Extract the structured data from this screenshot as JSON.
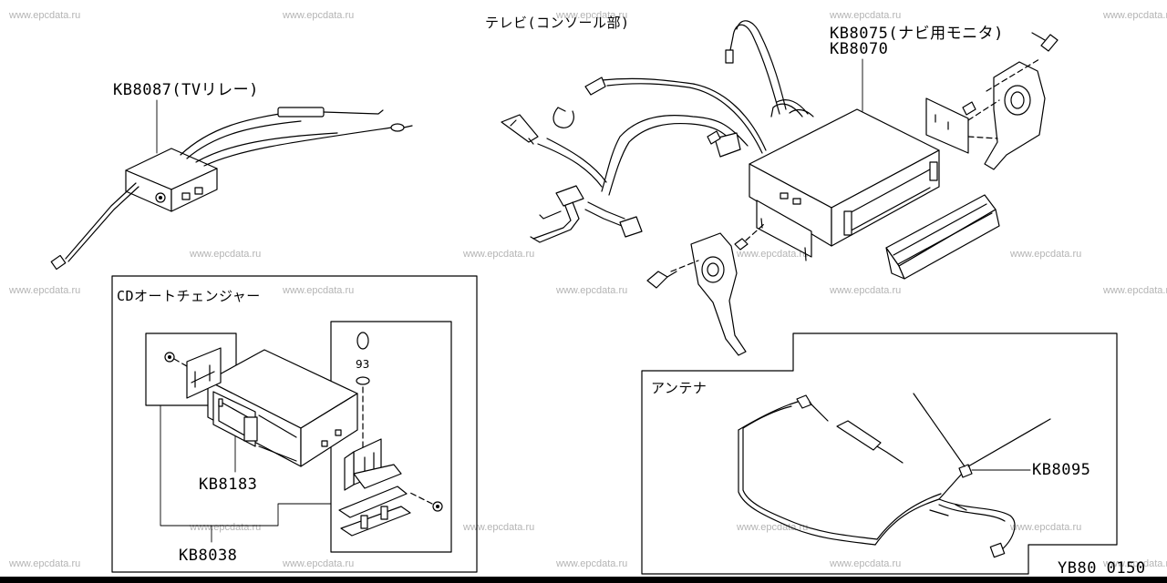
{
  "watermark_text": "www.epcdata.ru",
  "labels": {
    "tv_header": "テレビ(コンソール部)",
    "kb8075": "KB8075(ナビ用モニタ)",
    "kb8070": "KB8070",
    "kb8087": "KB8087(TVリレー)",
    "cd_box_title": "CDオートチェンジャー",
    "kb8183": "KB8183",
    "kb8038": "KB8038",
    "antenna_title": "アンテナ",
    "kb8095": "KB8095",
    "diagram_code": "YB80 0150"
  }
}
